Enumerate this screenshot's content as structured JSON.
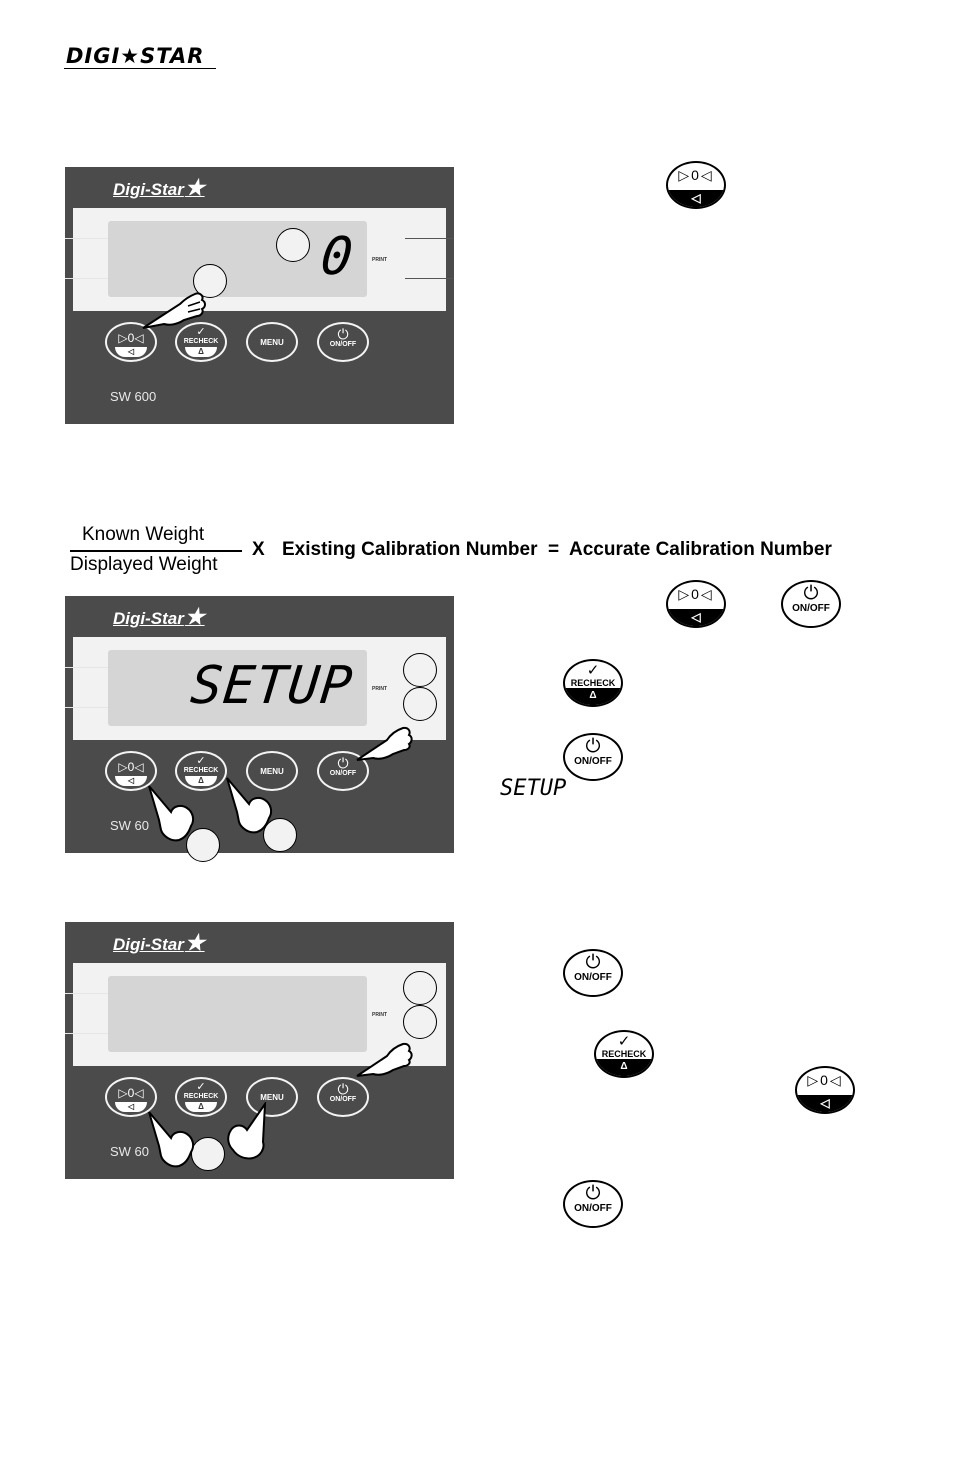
{
  "header": {
    "logo": "DIGI★STAR"
  },
  "panels": [
    {
      "brand": "Digi-Star",
      "display": "0",
      "print_label": "PRINT",
      "buttons": {
        "zero_top": "▷0◁",
        "zero_bottom": "◁",
        "recheck_top": "✓",
        "recheck_label": "RECHECK",
        "recheck_bottom": "Δ",
        "menu": "MENU",
        "onoff_top": "⏻",
        "onoff_label": "ON/OFF"
      },
      "model": "SW 600"
    },
    {
      "brand": "Digi-Star",
      "display": "SETUP",
      "print_label": "PRINT",
      "buttons": {
        "zero_top": "▷0◁",
        "zero_bottom": "◁",
        "recheck_top": "✓",
        "recheck_label": "RECHECK",
        "recheck_bottom": "Δ",
        "menu": "MENU",
        "onoff_top": "⏻",
        "onoff_label": "ON/OFF"
      },
      "model": "SW 60"
    },
    {
      "brand": "Digi-Star",
      "display": "",
      "print_label": "PRINT",
      "buttons": {
        "zero_top": "▷0◁",
        "zero_bottom": "◁",
        "recheck_top": "✓",
        "recheck_label": "RECHECK",
        "recheck_bottom": "Δ",
        "menu": "MENU",
        "onoff_top": "⏻",
        "onoff_label": "ON/OFF"
      },
      "model": "SW 60"
    }
  ],
  "formula": {
    "numerator": "Known Weight",
    "denominator": "Displayed Weight",
    "times": "X",
    "rest": "Existing Calibration Number  =  Accurate Calibration Number"
  },
  "keys": {
    "zero_top": "▷0◁",
    "zero_bottom": "◁",
    "recheck_top": "✓",
    "recheck_label": "RECHECK",
    "recheck_bottom": "Δ",
    "onoff_top": "⏻",
    "onoff_label": "ON/OFF"
  },
  "setup_text": "SETUP"
}
